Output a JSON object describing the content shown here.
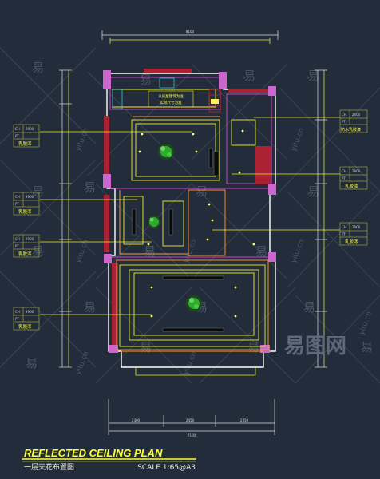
{
  "title": {
    "main": "REFLECTED CEILING PLAN",
    "sub": "一层天花布置图",
    "scale": "SCALE 1:65@A3"
  },
  "dimensions": {
    "top": "8100",
    "bottom": [
      "2300",
      "2450",
      "2350"
    ],
    "bottom_total": "7100"
  },
  "room_note": {
    "line1": "以房屋建筑为准",
    "line2": "实际尺寸为准"
  },
  "legends": {
    "left": [
      {
        "code": "CH",
        "value": "2900",
        "pt": "PT",
        "material": "乳胶漆"
      },
      {
        "code": "CH",
        "value": "2900",
        "pt": "PT",
        "material": "乳胶漆"
      },
      {
        "code": "CH",
        "value": "2900",
        "pt": "PT",
        "material": "乳胶漆"
      },
      {
        "code": "CH",
        "value": "2900",
        "pt": "PT",
        "material": "乳胶漆"
      }
    ],
    "right": [
      {
        "code": "CH",
        "value": "2400",
        "pt": "PT",
        "material": "防水乳胶漆"
      },
      {
        "code": "CH",
        "value": "2900",
        "pt": "PT",
        "material": "乳胶漆"
      },
      {
        "code": "CH",
        "value": "2900",
        "pt": "PT",
        "material": "乳胶漆"
      }
    ]
  },
  "watermarks": {
    "brand": "易图网",
    "small": "易",
    "site": "yitu.cn"
  },
  "colors": {
    "background": "#222c3a",
    "title": "#ffff33",
    "wall": "#ffffff",
    "magenta": "#cc44cc",
    "red": "#cc2233",
    "orange": "#ff9933",
    "yellow": "#ffff00",
    "cyan": "#33dddd",
    "green": "#33cc33"
  }
}
